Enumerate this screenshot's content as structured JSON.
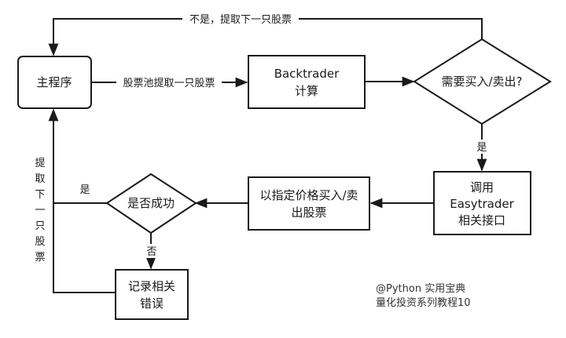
{
  "nodes": {
    "main_program": {
      "label": "主程序"
    },
    "backtrader": {
      "lines": [
        "Backtrader",
        "计算"
      ]
    },
    "need_trade": {
      "label": "需要买入/卖出?"
    },
    "easytrader": {
      "lines": [
        "调用",
        "Easytrader",
        "相关接口"
      ]
    },
    "trade_at_price": {
      "lines": [
        "以指定价格买入/卖",
        "出股票"
      ]
    },
    "success_check": {
      "label": "是否成功"
    },
    "log_error": {
      "lines": [
        "记录相关",
        "错误"
      ]
    }
  },
  "edges": {
    "pick_from_pool": "股票池提取一只股票",
    "no_next_stock": "不是，提取下一只股票",
    "yes_trade": "是",
    "yes_success": "是",
    "no_success": "否",
    "next_stock_vertical": [
      "提",
      "取",
      "下",
      "一",
      "只",
      "股",
      "票"
    ]
  },
  "watermark": {
    "line1": "@Python 实用宝典",
    "line2": "量化投资系列教程10"
  },
  "colors": {
    "stroke": "#1a1a1a",
    "background": "#ffffff"
  }
}
